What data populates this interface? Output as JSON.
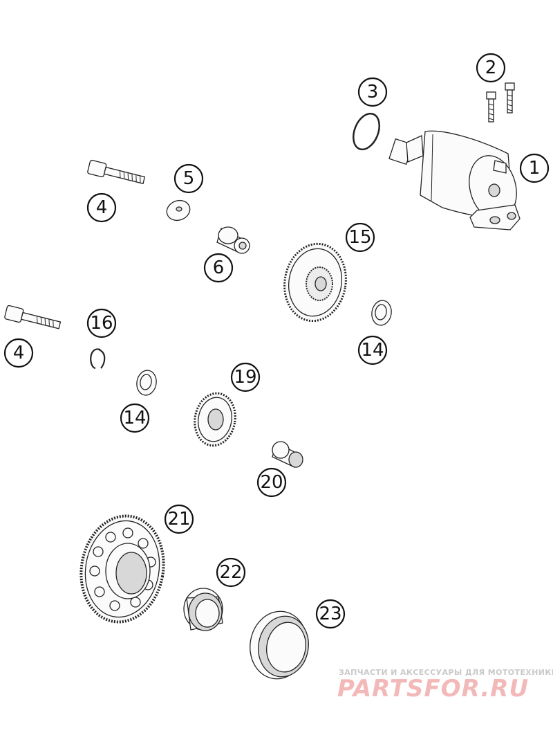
{
  "callouts": [
    {
      "id": "c1",
      "label": "1"
    },
    {
      "id": "c2",
      "label": "2"
    },
    {
      "id": "c3",
      "label": "3"
    },
    {
      "id": "c4a",
      "label": "4"
    },
    {
      "id": "c4b",
      "label": "4"
    },
    {
      "id": "c5",
      "label": "5"
    },
    {
      "id": "c6",
      "label": "6"
    },
    {
      "id": "c14a",
      "label": "14"
    },
    {
      "id": "c14b",
      "label": "14"
    },
    {
      "id": "c15",
      "label": "15"
    },
    {
      "id": "c16",
      "label": "16"
    },
    {
      "id": "c19",
      "label": "19"
    },
    {
      "id": "c20",
      "label": "20"
    },
    {
      "id": "c21",
      "label": "21"
    },
    {
      "id": "c22",
      "label": "22"
    },
    {
      "id": "c23",
      "label": "23"
    }
  ],
  "watermark": {
    "tagline": "ЗАПЧАСТИ И АКСЕССУАРЫ ДЛЯ МОТОТЕХНИКИ",
    "logo": "PARTSFOR.RU",
    "color": "#e88a8a"
  }
}
